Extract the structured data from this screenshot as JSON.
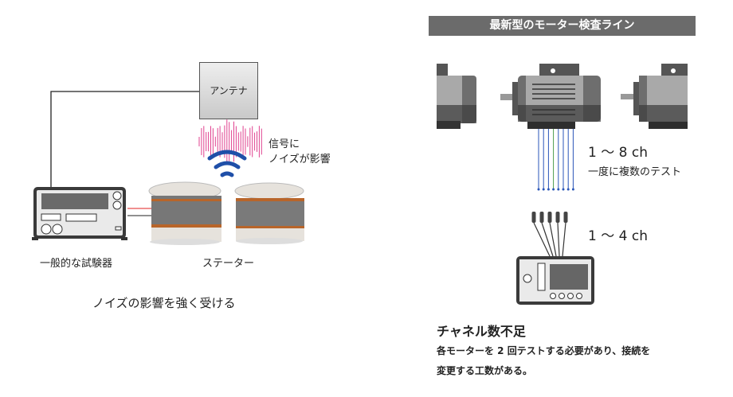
{
  "left": {
    "antenna_label": "アンテナ",
    "noise_line1": "信号に",
    "noise_line2": "ノイズが影響",
    "tester_label": "一般的な試験器",
    "stator_label": "ステーター",
    "caption": "ノイズの影響を強く受ける"
  },
  "right": {
    "header": "最新型のモーター検査ライン",
    "multi_ch": "1 ～ 8 ch",
    "multi_desc": "一度に複数のテスト",
    "few_ch": "1 ～ 4 ch",
    "problem_title": "チャネル数不足",
    "problem_line1": "各モーターを 2 回テストする必要があり、接続を",
    "problem_line2": "変更する工数がある。"
  },
  "colors": {
    "header_bg": "#6b6b6b",
    "wire_blue": "#2a56b8",
    "noise_pink": "#e0418f",
    "signal_blue": "#1f4fa8",
    "motor_dark": "#3b3b3b",
    "motor_mid": "#6e6e6e"
  }
}
